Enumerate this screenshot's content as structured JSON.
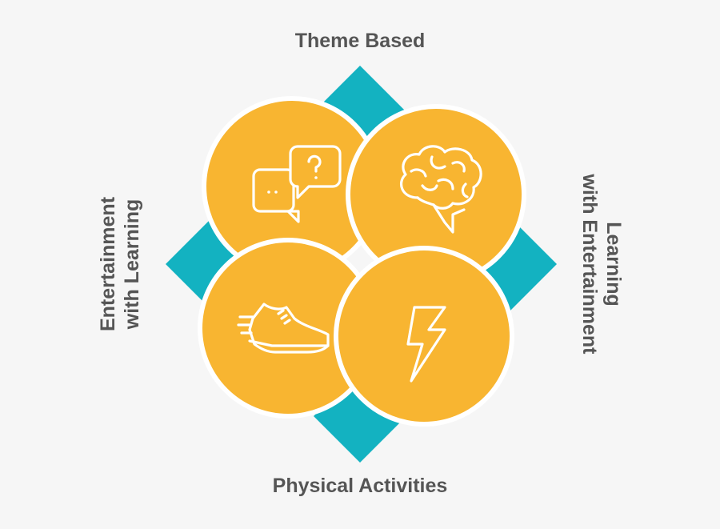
{
  "colors": {
    "background": "#f6f6f6",
    "circle_fill": "#f8b531",
    "diamond_fill": "#13b2c1",
    "stroke": "#ffffff",
    "label_text": "#555555"
  },
  "labels": {
    "top": "Theme Based",
    "right_line1": "Learning",
    "right_line2": "with Entertainment",
    "bottom": "Physical Activities",
    "left_line1": "Entertainment",
    "left_line2": "with Learning"
  },
  "icons": {
    "top_left": "chat-bubbles-icon",
    "top_right": "brain-icon",
    "bottom_left": "sneaker-icon",
    "bottom_right": "lightning-bolt-icon"
  }
}
